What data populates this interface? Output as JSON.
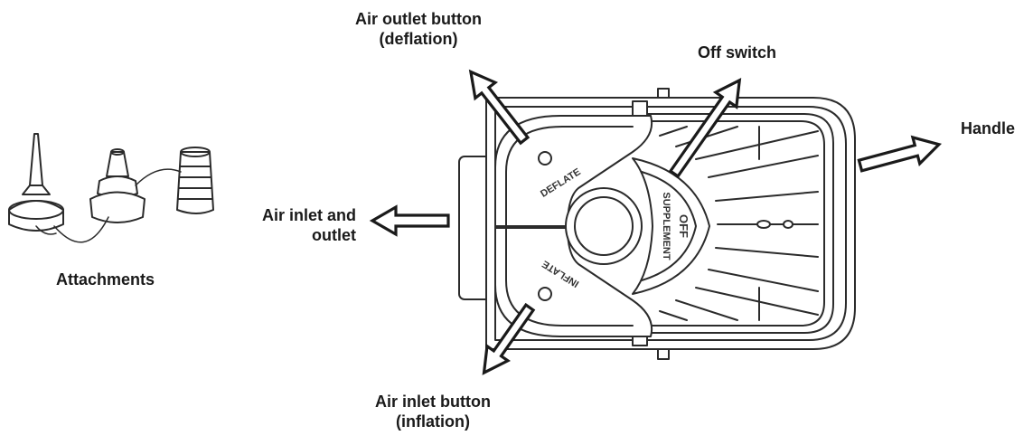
{
  "labels": {
    "air_outlet_button": [
      "Air outlet button",
      "(deflation)"
    ],
    "off_switch": "Off switch",
    "handle": "Handle",
    "air_inlet_outlet": [
      "Air inlet and",
      "outlet"
    ],
    "attachments": "Attachments",
    "air_inlet_button": [
      "Air inlet button",
      "(inflation)"
    ]
  },
  "device_markings": {
    "deflate": "DEFLATE",
    "inflate": "INFLATE",
    "off": "OFF",
    "supplement": "SUPPLEMENT"
  },
  "colors": {
    "ink": "#1a1a1a",
    "line": "#2b2b2b",
    "background": "#ffffff"
  }
}
